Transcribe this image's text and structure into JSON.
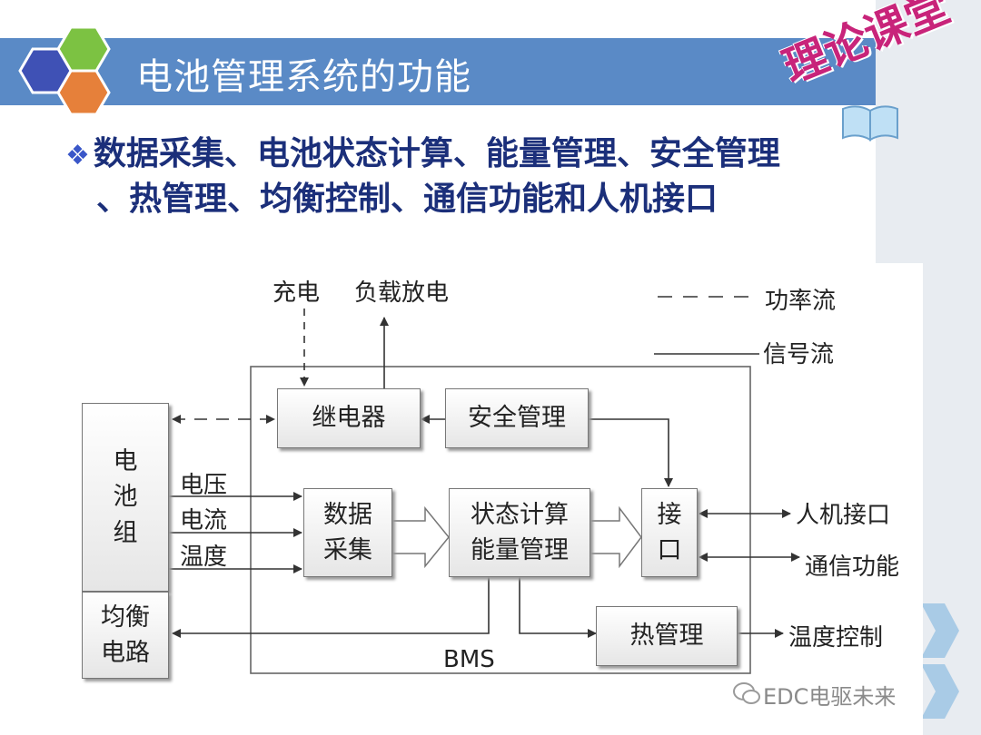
{
  "slide": {
    "title": "电池管理系统的功能",
    "stamp": "理论课堂",
    "bullet_line_1": "数据采集、电池状态计算、能量管理、安全管理",
    "bullet_line_2": "、热管理、均衡控制、通信功能和人机接口"
  },
  "diagram": {
    "top_labels": {
      "charge": "充电",
      "load_discharge": "负载放电"
    },
    "legend": {
      "power_flow": "功率流",
      "signal_flow": "信号流"
    },
    "blocks": {
      "battery_pack": "电\n池\n组",
      "balance_circuit": "均衡\n电路",
      "relay": "继电器",
      "safety_mgmt": "安全管理",
      "data_acquisition": "数据\n采集",
      "state_calc": "状态计算\n能量管理",
      "interface": "接\n口",
      "thermal_mgmt": "热管理"
    },
    "signals": {
      "voltage": "电压",
      "current": "电流",
      "temperature": "温度"
    },
    "outputs": {
      "hmi": "人机接口",
      "communication": "通信功能",
      "temp_control": "温度控制"
    },
    "system_label": "BMS"
  },
  "watermark": "EDC电驱未来",
  "colors": {
    "title_bar": "#5a8ac6",
    "stamp": "#c8247a",
    "bullet_text": "#1b2f7a",
    "hex_orange": "#e6803a",
    "hex_blue": "#3f51b5",
    "hex_green": "#7cc242"
  }
}
